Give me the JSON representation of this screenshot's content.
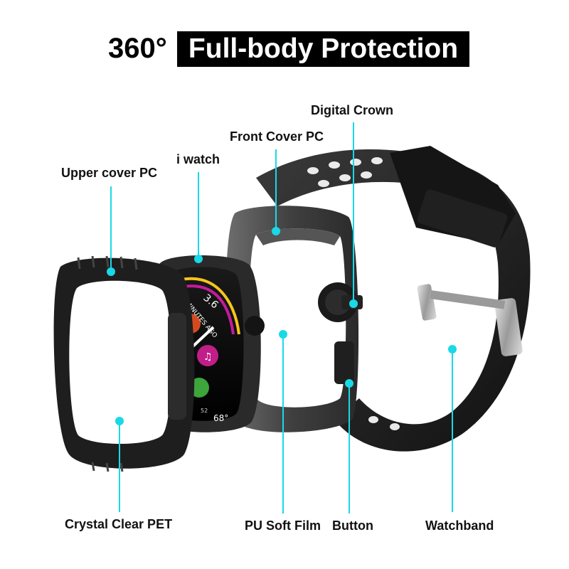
{
  "title": {
    "prefix": "360°",
    "highlight": "Full-body Protection"
  },
  "labels": {
    "digital_crown": "Digital Crown",
    "front_cover": "Front Cover PC",
    "i_watch": "i watch",
    "upper_cover": "Upper cover PC",
    "crystal_clear": "Crystal Clear PET",
    "pu_film": "PU Soft Film",
    "button": "Button",
    "watchband": "Watchband"
  },
  "watch_face": {
    "time_readout": "3.6",
    "minutes_readout": "2 MINUTES AGO",
    "temperature": "68°",
    "small_readout": "52"
  },
  "colors": {
    "callout": "#19d9e6",
    "title_box": "#000000",
    "product": "#1c1c1c"
  }
}
